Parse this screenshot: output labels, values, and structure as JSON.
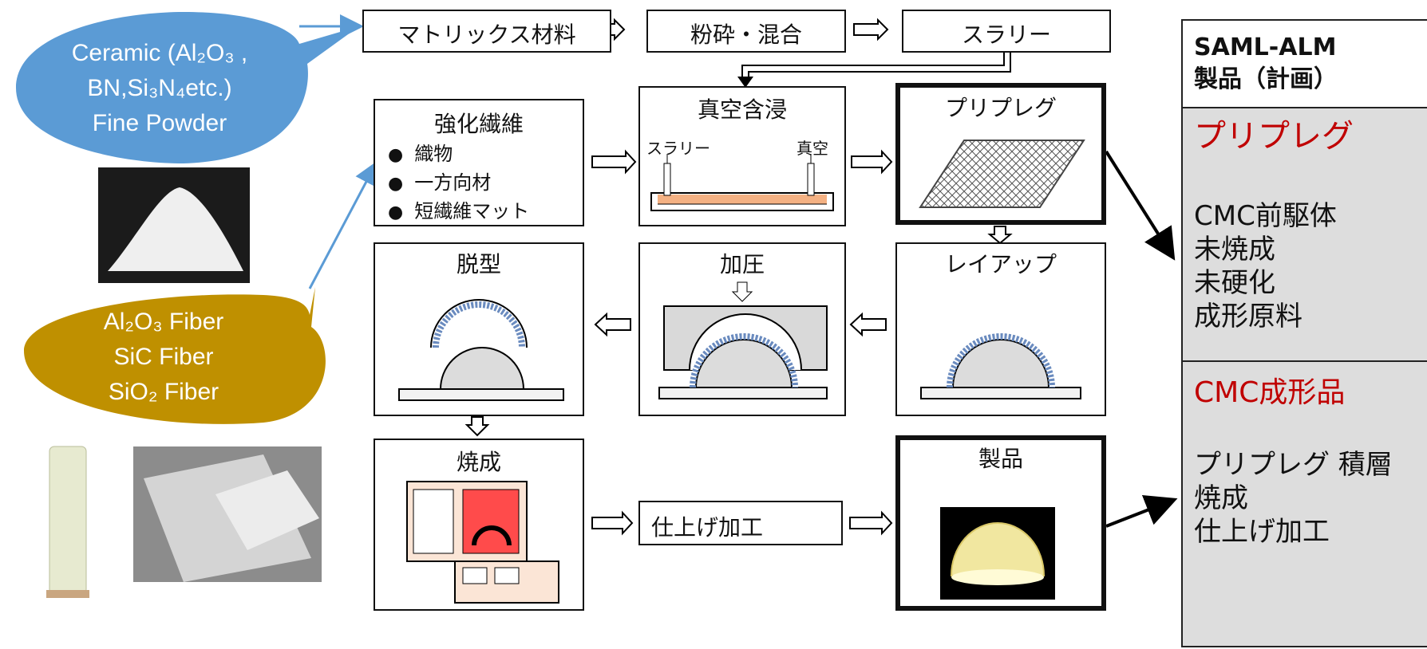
{
  "top_flow": [
    "マトリックス材料",
    "粉砕・混合",
    "スラリー"
  ],
  "bubbles": {
    "ceramic": [
      "Ceramic (Al₂O₃ ,",
      "BN,Si₃N₄etc.)",
      "Fine Powder"
    ],
    "fiber": [
      "Al₂O₃ Fiber",
      "SiC Fiber",
      "SiO₂ Fiber"
    ]
  },
  "reinforcement": {
    "title": "強化繊維",
    "items": [
      "織物",
      "一方向材",
      "短繊維マット"
    ]
  },
  "vacuum": {
    "title": "真空含浸",
    "left": "スラリー",
    "right": "真空"
  },
  "steps": {
    "prepreg": "プリプレグ",
    "layup": "レイアップ",
    "press": "加圧",
    "demold": "脱型",
    "firing": "焼成",
    "finish": "仕上げ加工",
    "product": "製品"
  },
  "side": {
    "heading1": "SAML-ALM",
    "heading2": "製品（計画）",
    "prepreg_title": "プリプレグ",
    "prepreg_lines": "CMC前駆体\n未焼成\n未硬化\n成形原料",
    "cmc_title": "CMC成形品",
    "cmc_lines": "プリプレグ 積層\n焼成\n仕上げ加工"
  },
  "colors": {
    "ceramic_bubble": "#5b9bd5",
    "fiber_bubble": "#bf9000",
    "accent_red": "#c00000",
    "side_bg": "#dddddd"
  }
}
